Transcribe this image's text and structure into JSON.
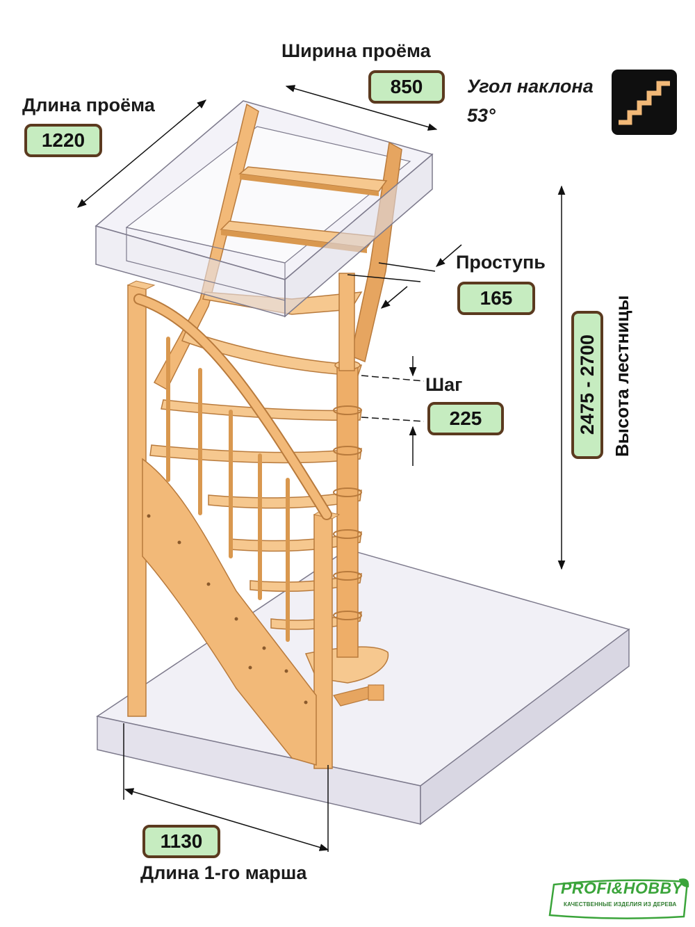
{
  "labels": {
    "opening_width": "Ширина проёма",
    "opening_length": "Длина проёма",
    "angle": "Угол наклона",
    "angle_value": "53°",
    "tread": "Проступь",
    "step": "Шаг",
    "height": "Высота лестницы",
    "first_flight_length": "Длина 1-го марша"
  },
  "values": {
    "opening_width": "850",
    "opening_length": "1220",
    "tread": "165",
    "step": "225",
    "height": "2475 - 2700",
    "first_flight_length": "1130"
  },
  "logo": {
    "name": "PROFI&HOBBY",
    "tagline": "КАЧЕСТВЕННЫЕ ИЗДЕЛИЯ ИЗ ДЕРЕВА"
  },
  "colors": {
    "wood": "#f2b978",
    "wood_dark": "#d9984f",
    "glass": "#e6e4f0",
    "badge_fill": "#c6ecc0",
    "badge_border": "#5b3a1f",
    "logo_green": "#3aa43a"
  }
}
